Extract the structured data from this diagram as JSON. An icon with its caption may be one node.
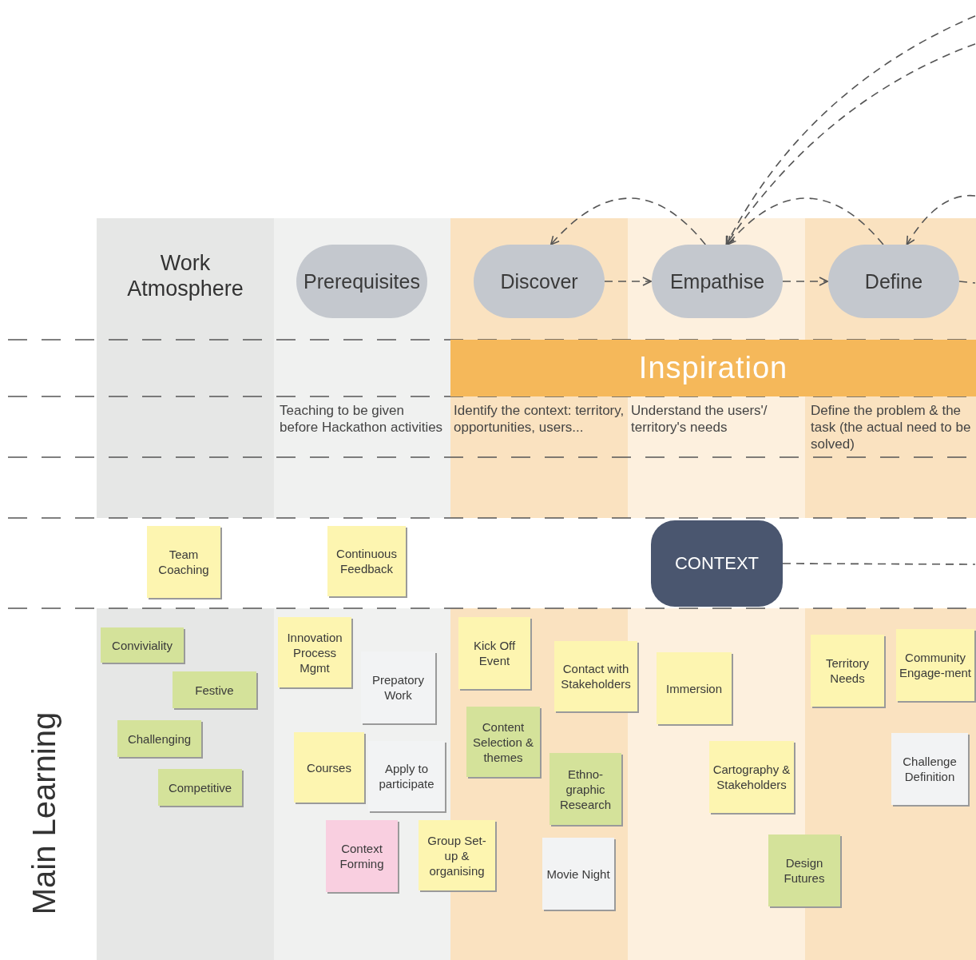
{
  "diagram": {
    "nodes": [
      {
        "text": [
          "Prerequisites"
        ]
      },
      {
        "text": [
          "Discover"
        ]
      },
      {
        "text": [
          "Empathise"
        ]
      },
      {
        "text": [
          "Define"
        ]
      },
      {
        "text": [
          "Inspiration"
        ]
      },
      {
        "text": [
          "CONTEXT"
        ]
      },
      {
        "text": [
          "Team Coaching"
        ]
      },
      {
        "text": [
          "Continuous Feedback"
        ]
      },
      {
        "text": [
          "Conviviality"
        ]
      },
      {
        "text": [
          "Festive"
        ]
      },
      {
        "text": [
          "Challenging"
        ]
      },
      {
        "text": [
          "Competitive"
        ]
      },
      {
        "text": [
          "Innovation Process Mgmt"
        ]
      },
      {
        "text": [
          "Prepatory Work"
        ]
      },
      {
        "text": [
          "Courses"
        ]
      },
      {
        "text": [
          "Apply to participate"
        ]
      },
      {
        "text": [
          "Context Forming"
        ]
      },
      {
        "text": [
          "Group Set-up & organising"
        ]
      },
      {
        "text": [
          "Kick Off Event"
        ]
      },
      {
        "text": [
          "Contact with Stakeholders"
        ]
      },
      {
        "text": [
          "Content Selection & themes"
        ]
      },
      {
        "text": [
          "Ethno-graphic Research"
        ]
      },
      {
        "text": [
          "Movie Night"
        ]
      },
      {
        "text": [
          "Immersion"
        ]
      },
      {
        "text": [
          "Cartography & Stakeholders"
        ]
      },
      {
        "text": [
          "Design Futures"
        ]
      },
      {
        "text": [
          "Territory Needs"
        ]
      },
      {
        "text": [
          "Community Engage-ment"
        ]
      },
      {
        "text": [
          "Challenge Definition"
        ]
      }
    ],
    "edges": [
      {
        "from": 1,
        "to": 2,
        "arrow": "to",
        "style": "dashed"
      },
      {
        "from": 2,
        "to": 3,
        "arrow": "to",
        "style": "dashed"
      },
      {
        "from": 3,
        "to": null,
        "arrow": "none",
        "style": "dashed"
      },
      {
        "from": 2,
        "to": 1,
        "arrow": "to",
        "style": "dashed"
      },
      {
        "from": 3,
        "to": 2,
        "arrow": "to",
        "style": "dashed"
      },
      {
        "from": null,
        "to": 3,
        "arrow": "to",
        "style": "dashed"
      },
      {
        "from": null,
        "to": 2,
        "arrow": "to",
        "style": "dashed"
      },
      {
        "from": null,
        "to": 2,
        "arrow": "to",
        "style": "dashed"
      },
      {
        "from": 5,
        "to": null,
        "arrow": "none",
        "style": "dashed"
      }
    ],
    "labels": [
      "Work Atmosphere",
      "Teaching to be given before Hackathon activities",
      "Identify the context: territory, opportunities, users...",
      "Understand the users'/ territory's needs",
      "Define the problem & the task (the actual need to be solved)",
      "Main Learning"
    ]
  }
}
